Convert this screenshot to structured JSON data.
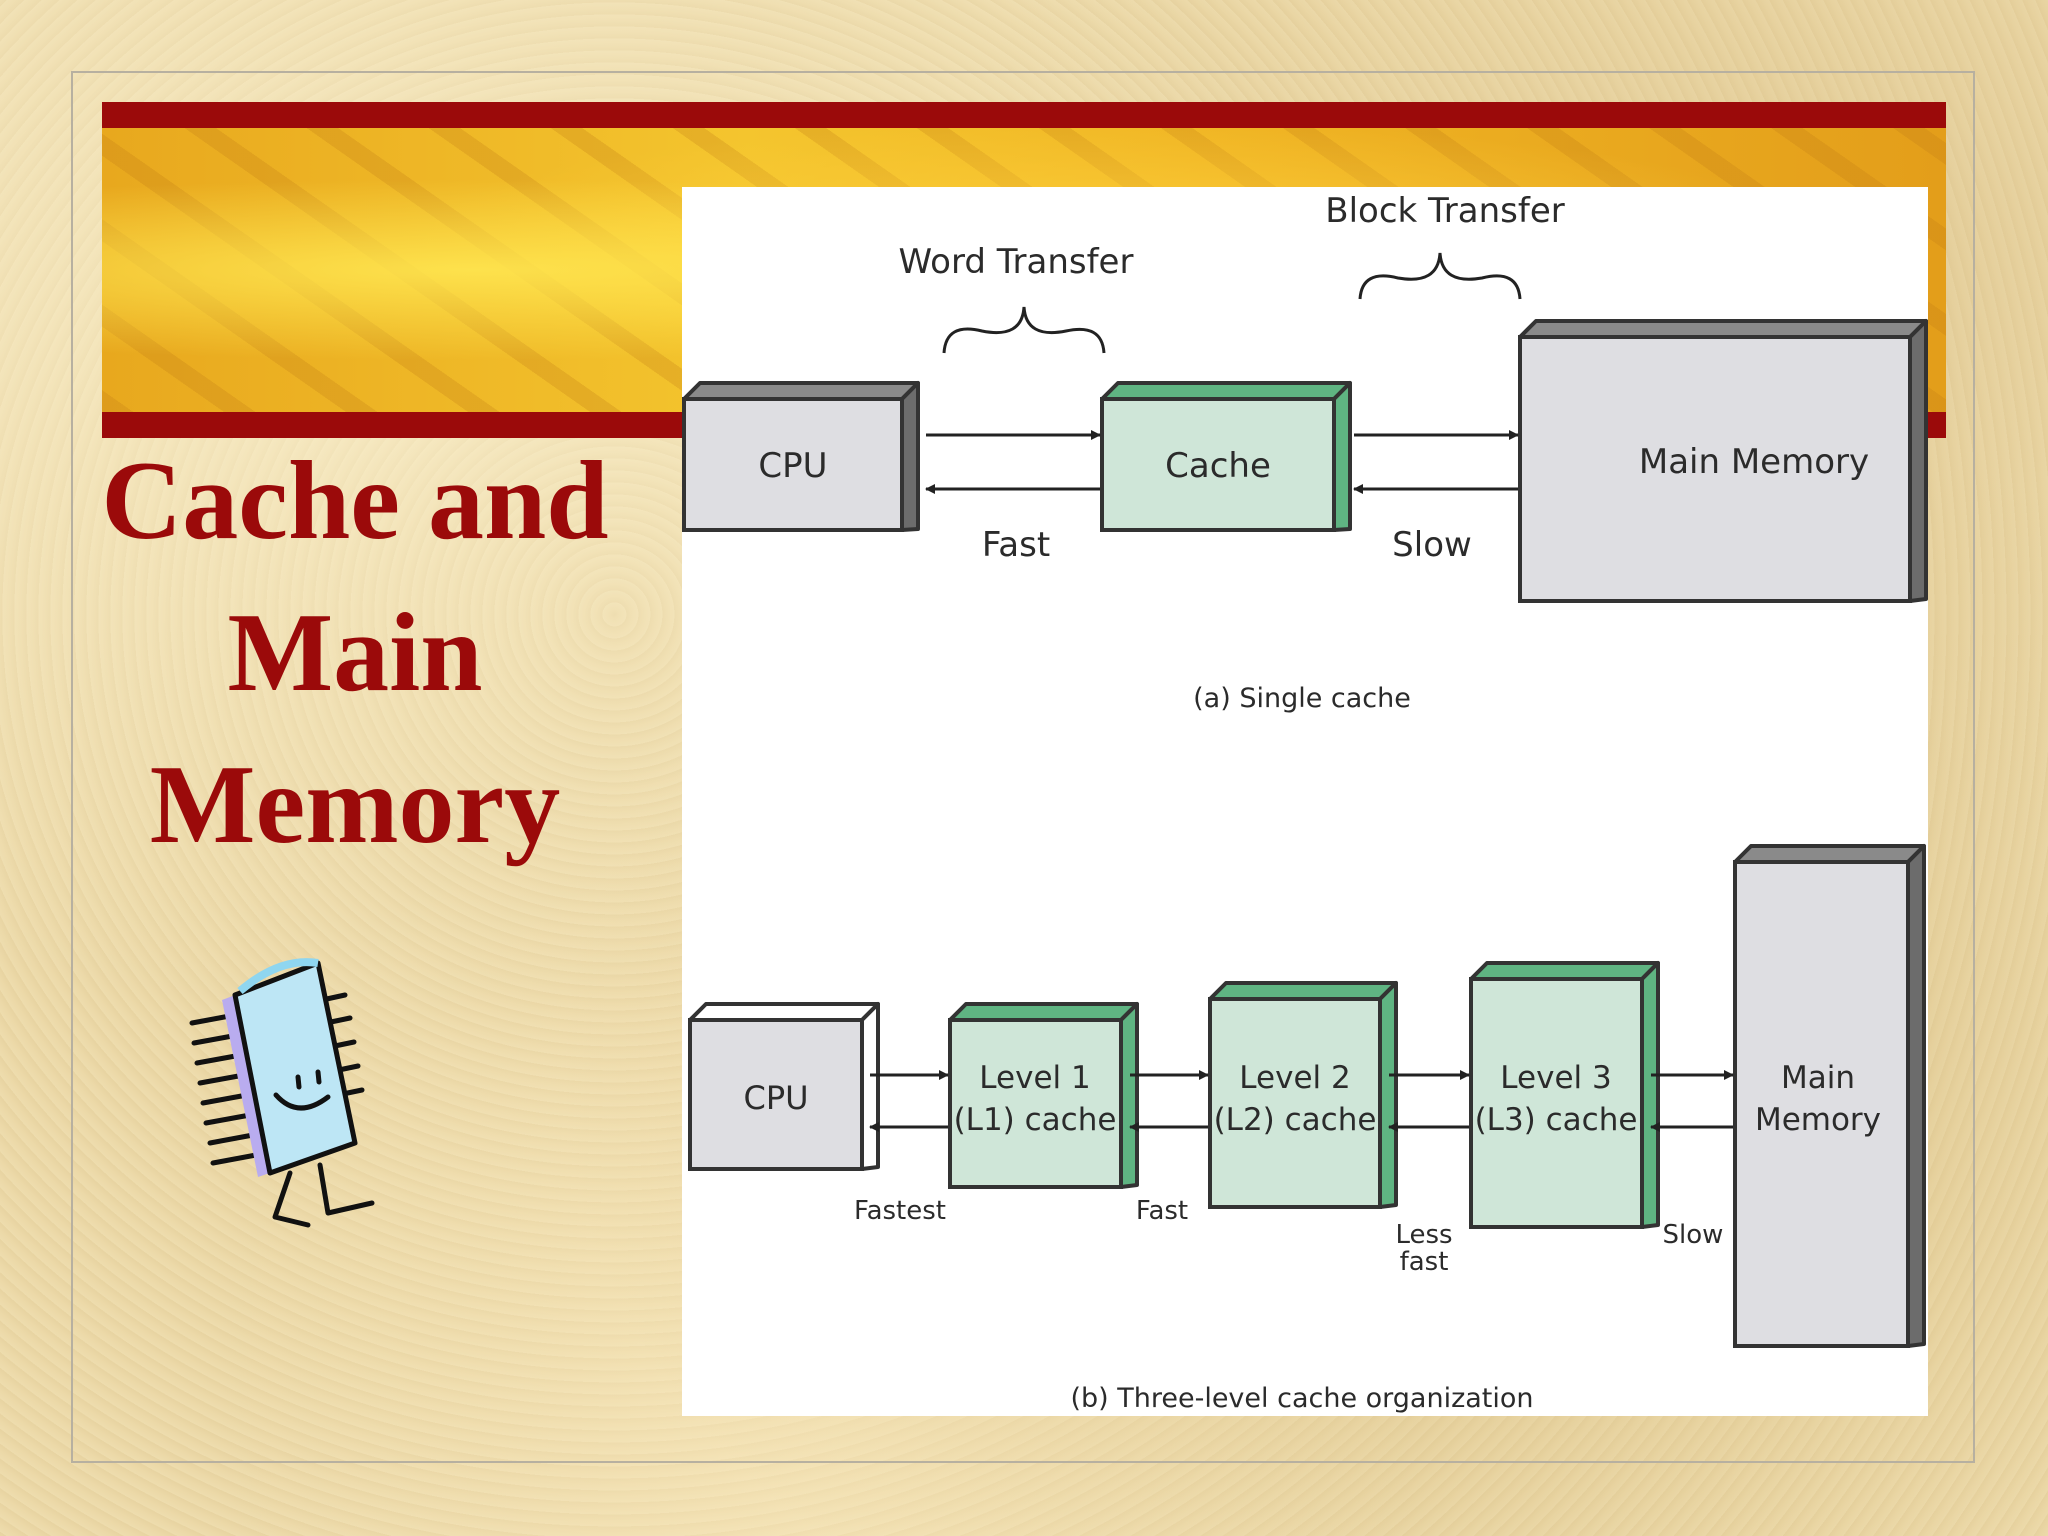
{
  "slide": {
    "title_lines": [
      "Cache and",
      "Main",
      "Memory"
    ],
    "clipart_icon": "memory-chip-character-icon",
    "colors": {
      "title": "#9b0a0a",
      "banner": "#9b0a0a",
      "cache_fill": "#cfe6d8",
      "cache_edge": "#5fb482",
      "gray_fill": "#dedee2"
    }
  },
  "diagram_a": {
    "cpu_label": "CPU",
    "cache_label": "Cache",
    "memory_label": "Main Memory",
    "word_transfer": "Word Transfer",
    "block_transfer": "Block Transfer",
    "fast": "Fast",
    "slow": "Slow",
    "caption": "(a) Single cache"
  },
  "diagram_b": {
    "cpu_label": "CPU",
    "l1_line1": "Level 1",
    "l1_line2": "(L1) cache",
    "l2_line1": "Level 2",
    "l2_line2": "(L2) cache",
    "l3_line1": "Level 3",
    "l3_line2": "(L3) cache",
    "mem_line1": "Main",
    "mem_line2": "Memory",
    "fastest": "Fastest",
    "fast": "Fast",
    "less_fast_line1": "Less",
    "less_fast_line2": "fast",
    "slow": "Slow",
    "caption": "(b) Three-level cache organization"
  }
}
